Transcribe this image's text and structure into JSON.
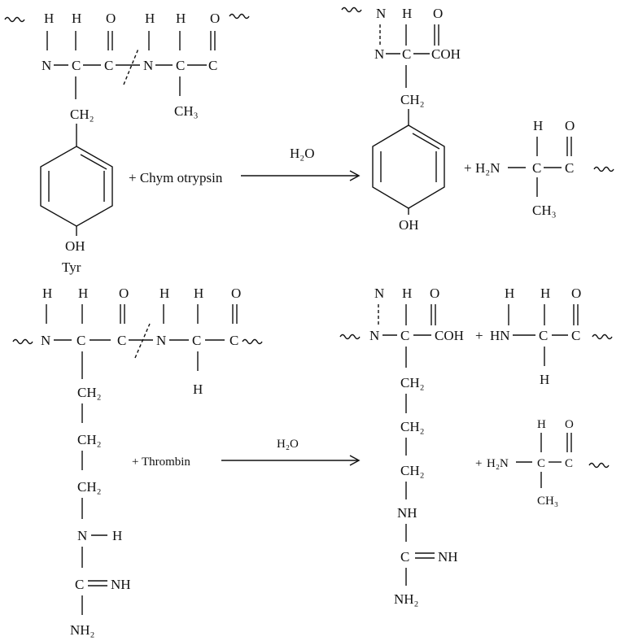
{
  "reaction1": {
    "enzyme_label": "+ Chym otrypsin",
    "solvent_label": "H₂O",
    "residue_label": "Tyr",
    "reactant": {
      "atoms": [
        "H",
        "H",
        "O",
        "H",
        "H",
        "O",
        "N",
        "C",
        "C",
        "N",
        "C",
        "C",
        "CH₂",
        "CH₃",
        "OH"
      ]
    },
    "product1": {
      "atoms": [
        "N",
        "H",
        "O",
        "N",
        "C",
        "COH",
        "CH₂",
        "OH"
      ]
    },
    "product2": {
      "plus": "+",
      "atoms": [
        "H",
        "O",
        "H₂N",
        "C",
        "C",
        "CH₃"
      ]
    }
  },
  "reaction2": {
    "enzyme_label": "+ Thrombin",
    "solvent_label": "H₂O",
    "reactant": {
      "atoms": [
        "H",
        "H",
        "O",
        "H",
        "H",
        "O",
        "N",
        "C",
        "C",
        "N",
        "C",
        "C",
        "CH₂",
        "CH₂",
        "CH₂",
        "N",
        "H",
        "C",
        "NH",
        "NH₂",
        "H"
      ]
    },
    "product1": {
      "atoms": [
        "N",
        "H",
        "O",
        "N",
        "C",
        "COH",
        "CH₂",
        "CH₂",
        "CH₂",
        "NH",
        "C",
        "NH",
        "NH₂"
      ]
    },
    "product2": {
      "plus": "+",
      "atoms": [
        "H",
        "H",
        "O",
        "HN",
        "C",
        "C",
        "H"
      ]
    },
    "product3": {
      "plus": "+",
      "atoms": [
        "H",
        "O",
        "H₂N",
        "C",
        "C",
        "CH₃"
      ]
    }
  }
}
